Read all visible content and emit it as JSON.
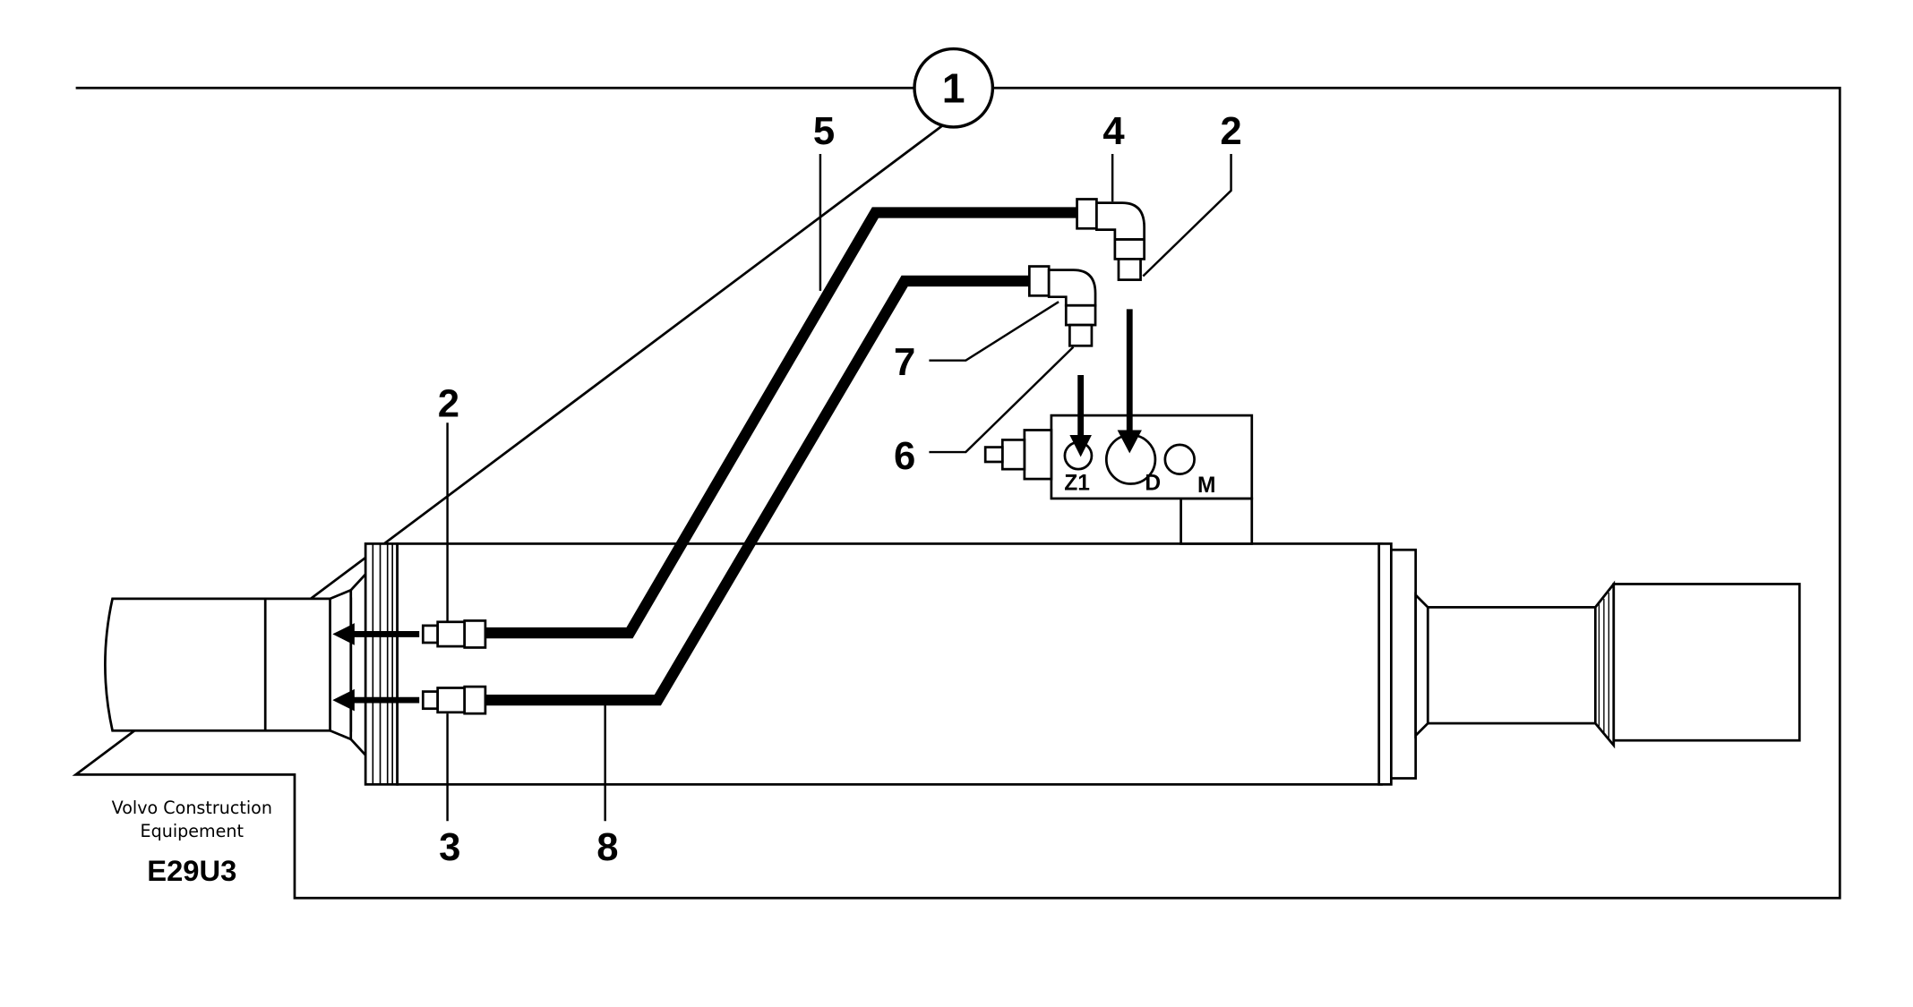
{
  "diagram": {
    "assembly_number": "1",
    "callouts": {
      "c5": "5",
      "c4": "4",
      "c2_top": "2",
      "c7": "7",
      "c6": "6",
      "c2_left": "2",
      "c3": "3",
      "c8": "8"
    },
    "ports": {
      "z1": "Z1",
      "d": "D",
      "m": "M"
    },
    "footer": {
      "brand_line1": "Volvo Construction",
      "brand_line2": "Equipement",
      "code": "E29U3"
    }
  }
}
